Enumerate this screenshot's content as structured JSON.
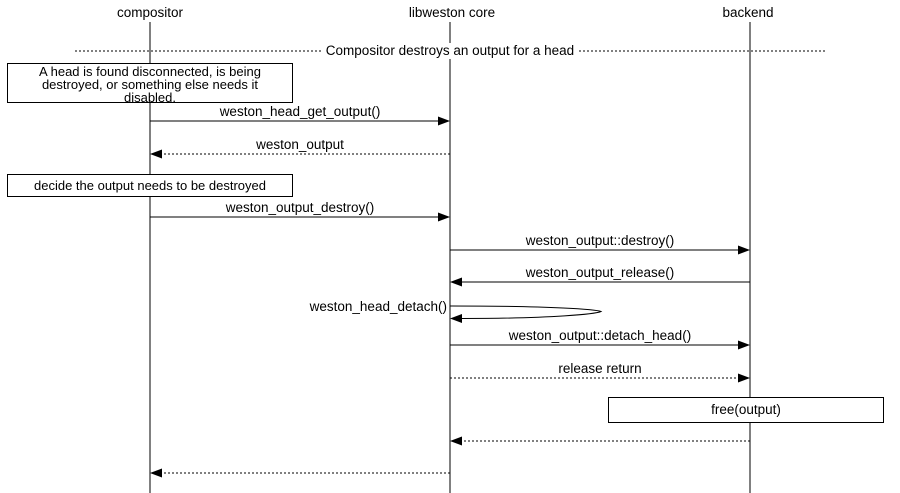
{
  "divider": {
    "label": "Compositor destroys an output for a head"
  },
  "actors": [
    {
      "id": "compositor",
      "label": "compositor"
    },
    {
      "id": "libweston-core",
      "label": "libweston core"
    },
    {
      "id": "backend",
      "label": "backend"
    }
  ],
  "notes": [
    {
      "id": "disconnect",
      "lines": [
        "A head is found disconnected, is being",
        "destroyed, or something else needs it",
        "disabled."
      ]
    },
    {
      "id": "decide",
      "text": "decide the output needs to be destroyed"
    },
    {
      "id": "free-output",
      "text": "free(output)"
    }
  ],
  "messages": [
    {
      "label": "weston_head_get_output()",
      "from": "compositor",
      "to": "libweston core",
      "line": "solid"
    },
    {
      "label": "weston_output",
      "from": "libweston core",
      "to": "compositor",
      "line": "dotted"
    },
    {
      "label": "weston_output_destroy()",
      "from": "compositor",
      "to": "libweston core",
      "line": "solid"
    },
    {
      "label": "weston_output::destroy()",
      "from": "libweston core",
      "to": "backend",
      "line": "solid"
    },
    {
      "label": "weston_output_release()",
      "from": "backend",
      "to": "libweston core",
      "line": "solid"
    },
    {
      "label": "weston_head_detach()",
      "from": "libweston core",
      "to": "libweston core",
      "line": "self"
    },
    {
      "label": "weston_output::detach_head()",
      "from": "libweston core",
      "to": "backend",
      "line": "solid"
    },
    {
      "label": "release return",
      "from": "libweston core",
      "to": "backend",
      "line": "dotted"
    },
    {
      "label": "",
      "from": "backend",
      "to": "libweston core",
      "line": "dotted"
    },
    {
      "label": "",
      "from": "libweston core",
      "to": "compositor",
      "line": "dotted"
    }
  ],
  "colors": {
    "line": "#000000",
    "background": "#ffffff"
  }
}
